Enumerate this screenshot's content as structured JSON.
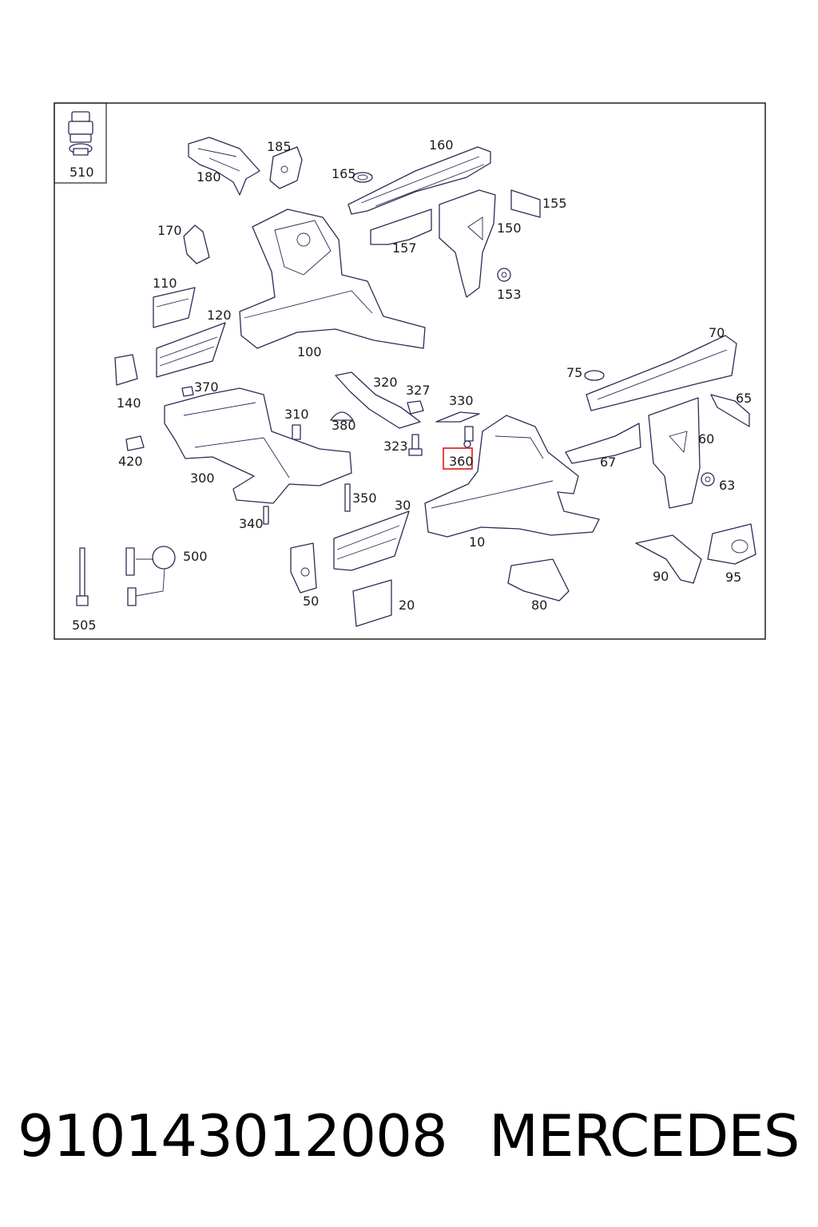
{
  "diagram": {
    "callouts": {
      "c510": "510",
      "c180": "180",
      "c185": "185",
      "c160": "160",
      "c165": "165",
      "c155": "155",
      "c170": "170",
      "c157": "157",
      "c150": "150",
      "c153": "153",
      "c110": "110",
      "c120": "120",
      "c100": "100",
      "c70": "70",
      "c140": "140",
      "c370": "370",
      "c320": "320",
      "c327": "327",
      "c330": "330",
      "c75": "75",
      "c65": "65",
      "c310": "310",
      "c380": "380",
      "c323": "323",
      "c360": "360",
      "c60": "60",
      "c420": "420",
      "c300": "300",
      "c67": "67",
      "c63": "63",
      "c350": "350",
      "c340": "340",
      "c30": "30",
      "c10": "10",
      "c500": "500",
      "c90": "90",
      "c95": "95",
      "c50": "50",
      "c20": "20",
      "c80": "80",
      "c505": "505"
    },
    "highlight_color": "#e03030",
    "line_color": "#2b2b55"
  },
  "footer": {
    "part_number": "910143012008",
    "brand": "MERCEDES"
  }
}
